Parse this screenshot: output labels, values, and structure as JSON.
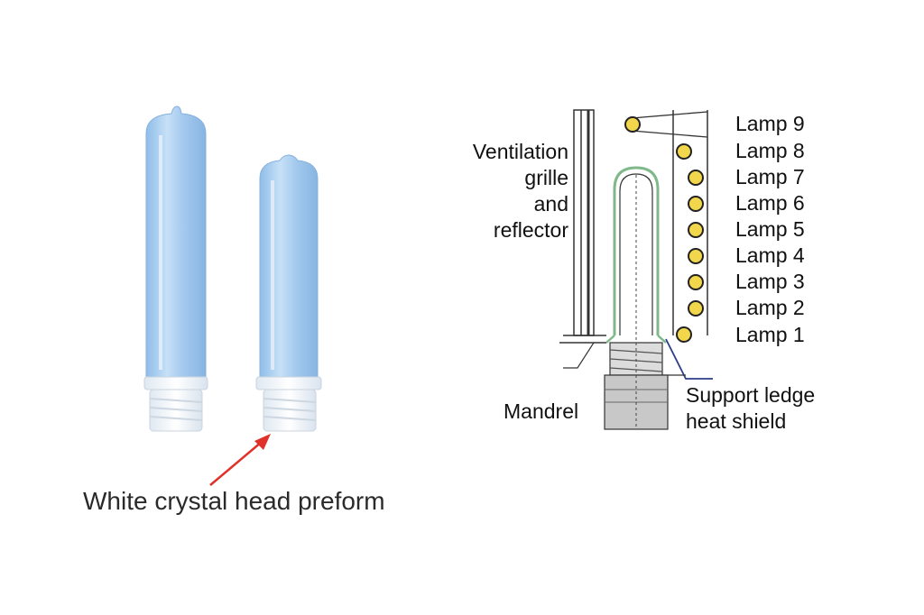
{
  "left_panel": {
    "caption": "White crystal head preform",
    "colors": {
      "preform_body": "#a9cdef",
      "preform_edge": "#7fb0e0",
      "thread_white": "#eef4fa",
      "arrow": "#e0312b"
    }
  },
  "diagram": {
    "labels": {
      "ventilation": [
        "Ventilation",
        "grille",
        "and",
        "reflector"
      ],
      "mandrel": "Mandrel",
      "support": [
        "Support ledge",
        "heat shield"
      ]
    },
    "lamps": [
      "Lamp 9",
      "Lamp 8",
      "Lamp 7",
      "Lamp 6",
      "Lamp 5",
      "Lamp 4",
      "Lamp 3",
      "Lamp 2",
      "Lamp 1"
    ],
    "colors": {
      "lamp_fill": "#f2d64b",
      "lamp_stroke": "#222222",
      "preform_outline": "#7fb98a",
      "mandrel_fill": "#c8c8c8",
      "line": "#333333"
    }
  }
}
